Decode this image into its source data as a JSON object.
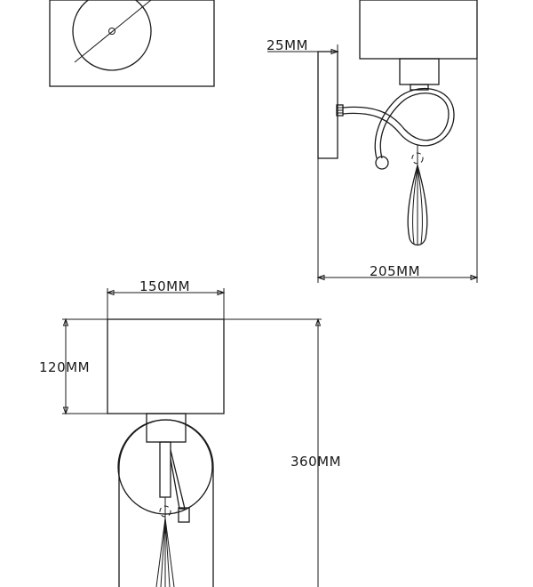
{
  "dimensions": {
    "depth_plate": "25MM",
    "projection": "205MM",
    "shade_width": "150MM",
    "shade_height": "120MM",
    "total_height": "360MM"
  },
  "colors": {
    "line": "#1a1a1a",
    "background": "#ffffff"
  }
}
